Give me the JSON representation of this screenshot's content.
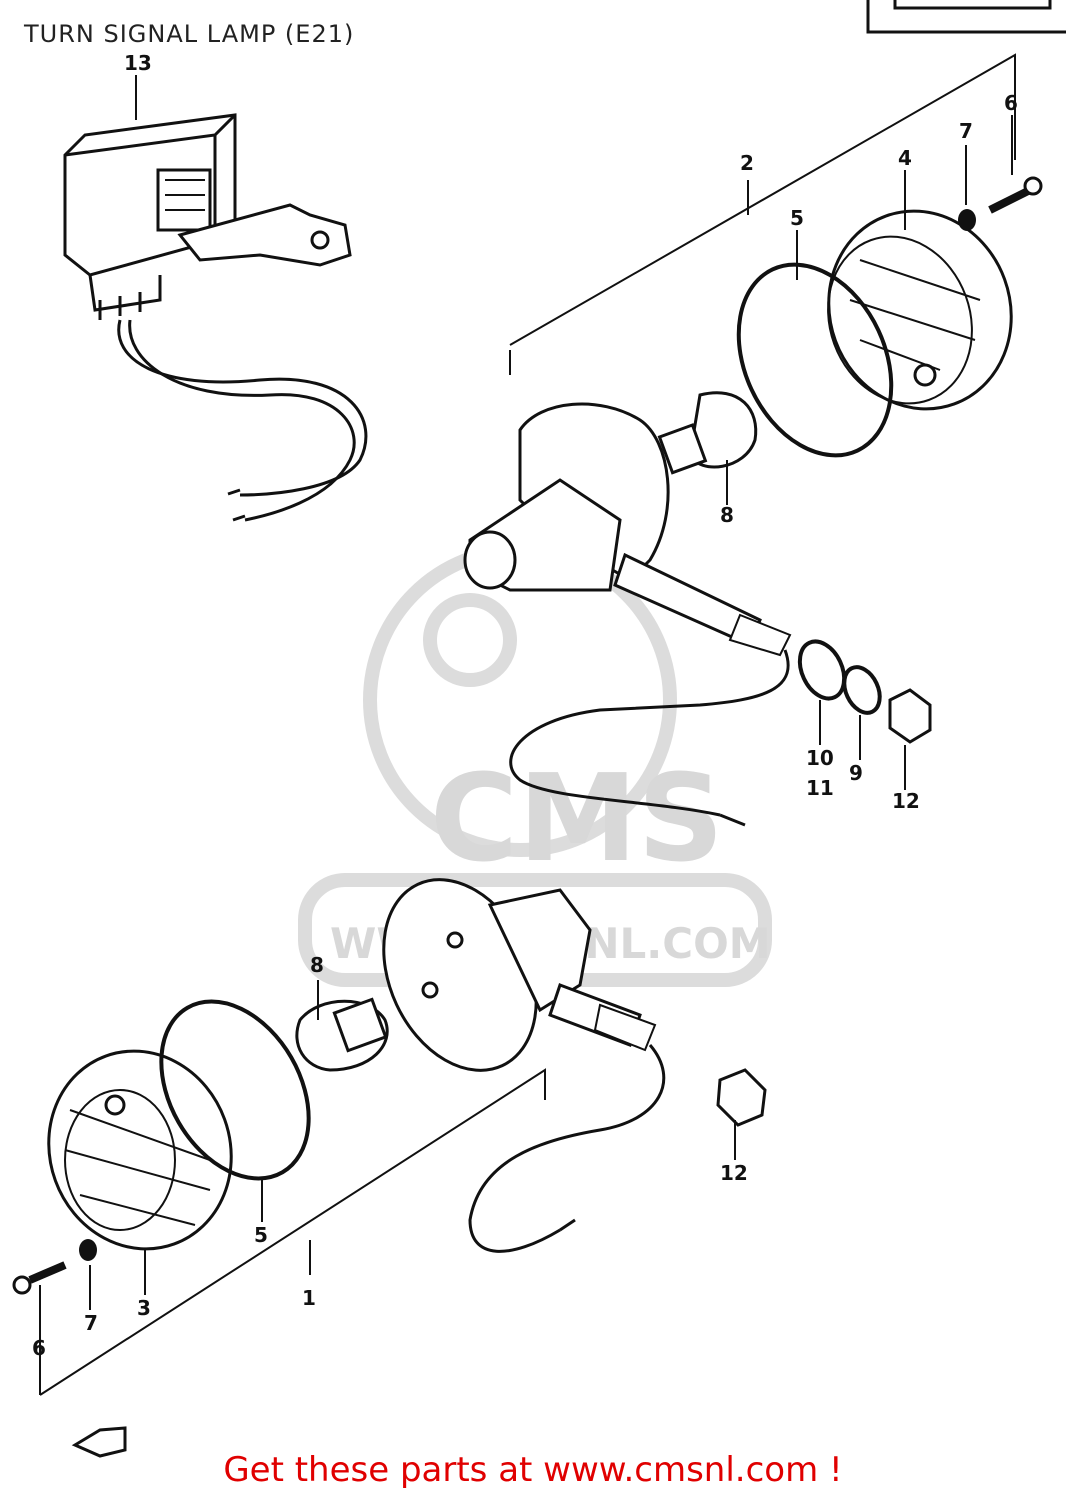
{
  "title": "TURN SIGNAL LAMP (E21)",
  "footer_text": "Get these parts at www.cmsnl.com !",
  "watermark": {
    "brand": "CMS",
    "url": "WWW.CMSNL.COM"
  },
  "callouts": [
    "13",
    "2",
    "4",
    "5",
    "7",
    "6",
    "8",
    "10",
    "11",
    "9",
    "12",
    "8",
    "5",
    "3",
    "1",
    "7",
    "6",
    "12"
  ],
  "colors": {
    "line": "#111111",
    "footer": "#e00000",
    "watermark": "#d8d8d8"
  }
}
